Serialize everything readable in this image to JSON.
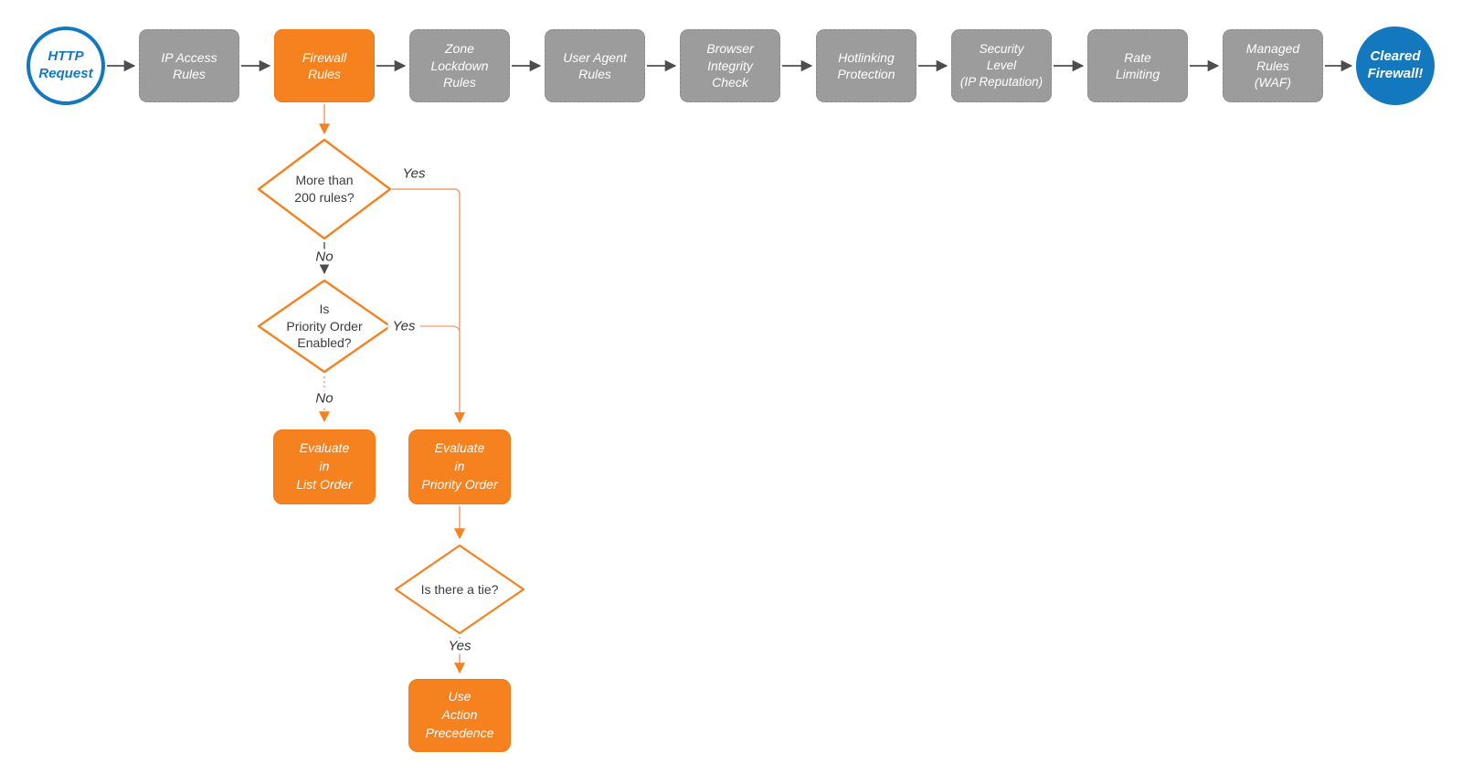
{
  "diagram": {
    "main_flow": {
      "start_label": "HTTP\nRequest",
      "steps": [
        {
          "label": "IP Access\nRules",
          "highlighted": false
        },
        {
          "label": "Firewall\nRules",
          "highlighted": true
        },
        {
          "label": "Zone\nLockdown\nRules",
          "highlighted": false
        },
        {
          "label": "User Agent\nRules",
          "highlighted": false
        },
        {
          "label": "Browser\nIntegrity\nCheck",
          "highlighted": false
        },
        {
          "label": "Hotlinking\nProtection",
          "highlighted": false
        },
        {
          "label": "Security\nLevel\n(IP Reputation)",
          "highlighted": false
        },
        {
          "label": "Rate\nLimiting",
          "highlighted": false
        },
        {
          "label": "Managed\nRules\n(WAF)",
          "highlighted": false
        }
      ],
      "end_label": "Cleared\nFirewall!"
    },
    "branch": {
      "decision_rule_count": {
        "label": "More than\n200 rules?",
        "yes": "Yes",
        "no": "No"
      },
      "decision_priority_order": {
        "label": "Is\nPriority Order\nEnabled?",
        "yes": "Yes",
        "no": "No"
      },
      "action_list_order": {
        "label": "Evaluate\nin\nList Order"
      },
      "action_priority_order": {
        "label": "Evaluate\nin\nPriority Order"
      },
      "decision_tie": {
        "label": "Is there a tie?",
        "yes": "Yes"
      },
      "action_precedence": {
        "label": "Use\nAction\nPrecedence"
      }
    },
    "colors": {
      "highlight_orange": "#f6821f",
      "step_gray": "#9c9c9c",
      "terminal_blue": "#1478be",
      "connector_dark_gray": "#4d4d4d",
      "connector_light_orange": "#f59c70",
      "diamond_text": "#3c3c3c"
    }
  }
}
